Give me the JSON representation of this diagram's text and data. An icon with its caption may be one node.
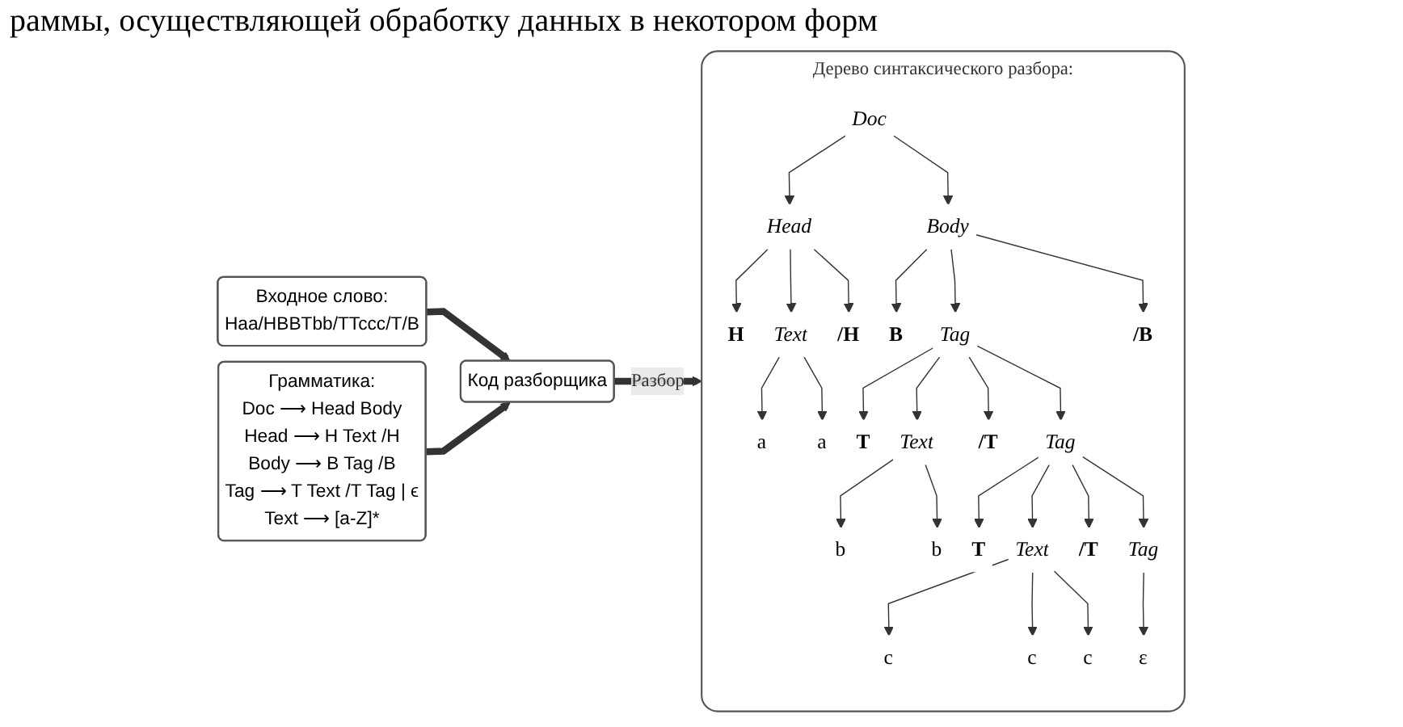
{
  "diagram": {
    "nodes": [
      {
        "text": [
          "Входное слово:",
          "Haa/HBBTbb/TTccc/T/B"
        ]
      },
      {
        "text": [
          "Код разборщика"
        ]
      },
      {
        "text": [
          "Грамматика:",
          "Doc ⟶ Head Body",
          "Head ⟶ H Text /H",
          "Body ⟶ B Tag /B",
          "Tag ⟶ T Text /T Tag | ϵ",
          "Text ⟶ [a-Z]*"
        ]
      },
      {
        "text": [
          "Дерево синтаксического разбора:"
        ]
      },
      {
        "text": [
          "Doc"
        ],
        "in": 3
      },
      {
        "text": [
          "Head"
        ],
        "in": 3
      },
      {
        "text": [
          "Body"
        ],
        "in": 3
      },
      {
        "text": [
          "H"
        ],
        "in": 3
      },
      {
        "text": [
          "Text"
        ],
        "in": 3
      },
      {
        "text": [
          "/H"
        ],
        "in": 3
      },
      {
        "text": [
          "B"
        ],
        "in": 3
      },
      {
        "text": [
          "Tag"
        ],
        "in": 3
      },
      {
        "text": [
          "/B"
        ],
        "in": 3
      },
      {
        "text": [
          "a"
        ],
        "in": 3
      },
      {
        "text": [
          "a"
        ],
        "in": 3
      },
      {
        "text": [
          "T"
        ],
        "in": 3
      },
      {
        "text": [
          "Text"
        ],
        "in": 3
      },
      {
        "text": [
          "/T"
        ],
        "in": 3
      },
      {
        "text": [
          "Tag"
        ],
        "in": 3
      },
      {
        "text": [
          "b"
        ],
        "in": 3
      },
      {
        "text": [
          "b"
        ],
        "in": 3
      },
      {
        "text": [
          "T"
        ],
        "in": 3
      },
      {
        "text": [
          "Text"
        ],
        "in": 3
      },
      {
        "text": [
          "/T"
        ],
        "in": 3
      },
      {
        "text": [
          "Tag"
        ],
        "in": 3
      },
      {
        "text": [
          "c"
        ],
        "in": 3
      },
      {
        "text": [
          "c"
        ],
        "in": 3
      },
      {
        "text": [
          "c"
        ],
        "in": 3
      },
      {
        "text": [
          "ε"
        ],
        "in": 3
      }
    ],
    "edges": [
      {
        "from": 0,
        "to": 1,
        "arrow": "to",
        "style": "thick"
      },
      {
        "from": 2,
        "to": 1,
        "arrow": "to",
        "style": "thick"
      },
      {
        "from": 1,
        "to": 3,
        "arrow": "to",
        "style": "thick",
        "label": "Разбор"
      },
      {
        "from": 4,
        "to": 5,
        "arrow": "to"
      },
      {
        "from": 4,
        "to": 6,
        "arrow": "to"
      },
      {
        "from": 5,
        "to": 7,
        "arrow": "to"
      },
      {
        "from": 5,
        "to": 8,
        "arrow": "to"
      },
      {
        "from": 5,
        "to": 9,
        "arrow": "to"
      },
      {
        "from": 6,
        "to": 10,
        "arrow": "to"
      },
      {
        "from": 6,
        "to": 11,
        "arrow": "to"
      },
      {
        "from": 6,
        "to": 12,
        "arrow": "to"
      },
      {
        "from": 8,
        "to": 13,
        "arrow": "to"
      },
      {
        "from": 8,
        "to": 14,
        "arrow": "to"
      },
      {
        "from": 11,
        "to": 15,
        "arrow": "to"
      },
      {
        "from": 11,
        "to": 16,
        "arrow": "to"
      },
      {
        "from": 11,
        "to": 17,
        "arrow": "to"
      },
      {
        "from": 11,
        "to": 18,
        "arrow": "to"
      },
      {
        "from": 16,
        "to": 19,
        "arrow": "to"
      },
      {
        "from": 16,
        "to": 20,
        "arrow": "to"
      },
      {
        "from": 18,
        "to": 21,
        "arrow": "to"
      },
      {
        "from": 18,
        "to": 22,
        "arrow": "to"
      },
      {
        "from": 18,
        "to": 23,
        "arrow": "to"
      },
      {
        "from": 18,
        "to": 24,
        "arrow": "to"
      },
      {
        "from": 22,
        "to": 25,
        "arrow": "to"
      },
      {
        "from": 22,
        "to": 26,
        "arrow": "to"
      },
      {
        "from": 22,
        "to": 27,
        "arrow": "to"
      },
      {
        "from": 24,
        "to": 28,
        "arrow": "to"
      }
    ],
    "labels": [
      "раммы, осуществляющей обработку данных в некотором форм"
    ]
  }
}
